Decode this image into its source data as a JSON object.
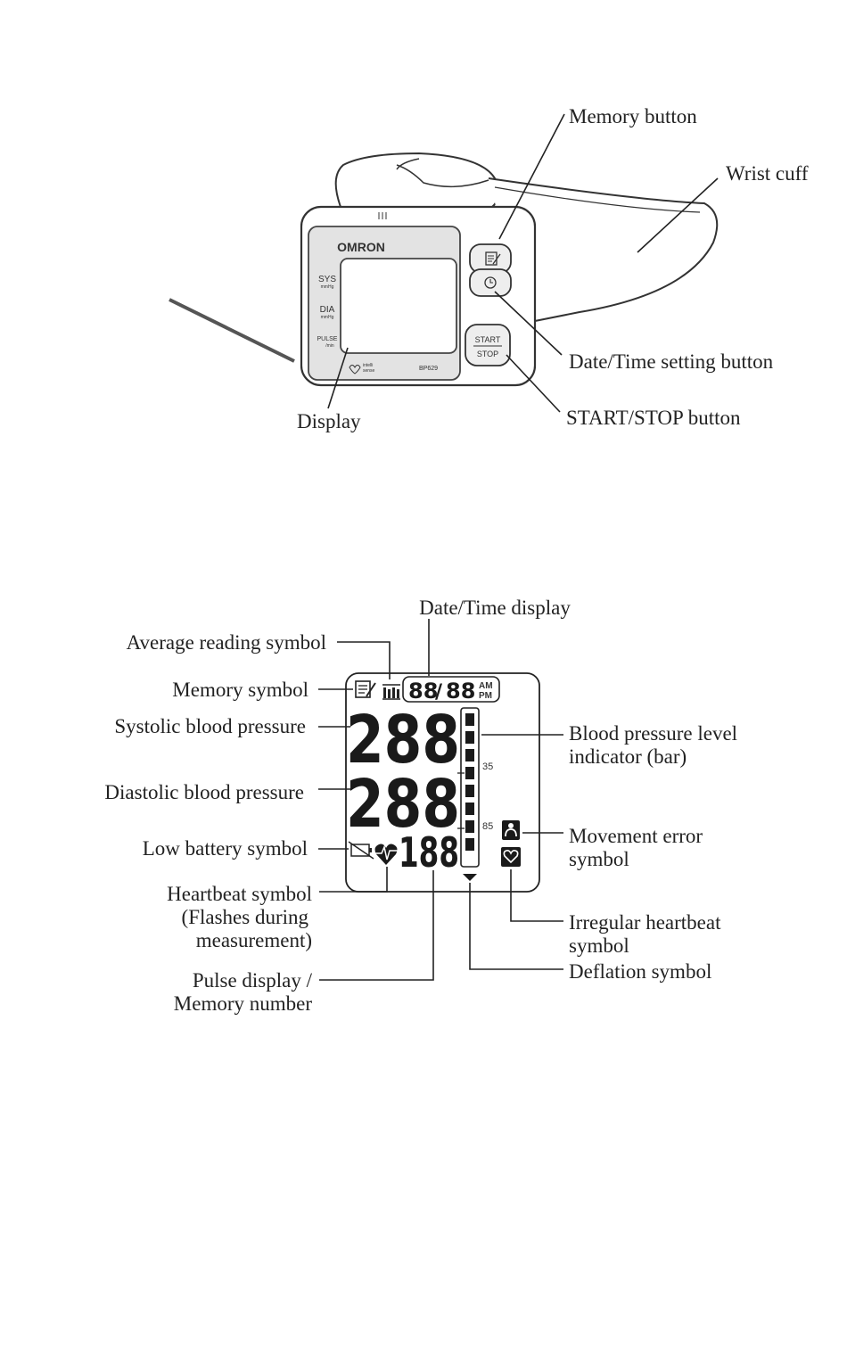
{
  "device": {
    "brand": "OMRON",
    "model": "BP629",
    "side_labels": {
      "sys": "SYS",
      "sys_unit": "mmHg",
      "dia": "DIA",
      "dia_unit": "mmHg",
      "pulse": "PULSE",
      "pulse_unit": "/min"
    },
    "logo_text_1": "intelli",
    "logo_text_2": "sense",
    "start_label": "START",
    "stop_label": "STOP"
  },
  "top_labels": {
    "memory_button": "Memory button",
    "wrist_cuff": "Wrist cuff",
    "date_time_button": "Date/Time setting button",
    "start_stop_button": "START/STOP button",
    "display": "Display"
  },
  "lcd": {
    "date_digits_left": "88",
    "date_sep": "/",
    "date_digits_right": "88",
    "am": "AM",
    "pm": "PM",
    "sys_digits": "288",
    "dia_digits": "288",
    "pulse_digits": "188",
    "bar_scale_1": "35",
    "bar_scale_2": "85"
  },
  "bottom_labels": {
    "date_time_display": "Date/Time display",
    "average_reading": "Average reading symbol",
    "memory_symbol": "Memory symbol",
    "systolic": "Systolic blood pressure",
    "diastolic": "Diastolic blood pressure",
    "low_battery": "Low battery symbol",
    "heartbeat_1": "Heartbeat symbol",
    "heartbeat_2": "(Flashes during",
    "heartbeat_3": "measurement)",
    "pulse_1": "Pulse display /",
    "pulse_2": "Memory number",
    "bp_level_1": "Blood pressure level",
    "bp_level_2": "indicator (bar)",
    "movement_1": "Movement error",
    "movement_2": "symbol",
    "irregular_1": "Irregular heartbeat",
    "irregular_2": "symbol",
    "deflation": "Deflation symbol"
  },
  "icons": {
    "memory": "memory-icon",
    "clock": "clock-icon",
    "average": "average-icon",
    "battery": "low-battery-icon",
    "heartbeat": "heartbeat-icon",
    "movement": "movement-error-icon",
    "irregular": "irregular-heartbeat-icon",
    "deflation": "deflation-icon"
  }
}
